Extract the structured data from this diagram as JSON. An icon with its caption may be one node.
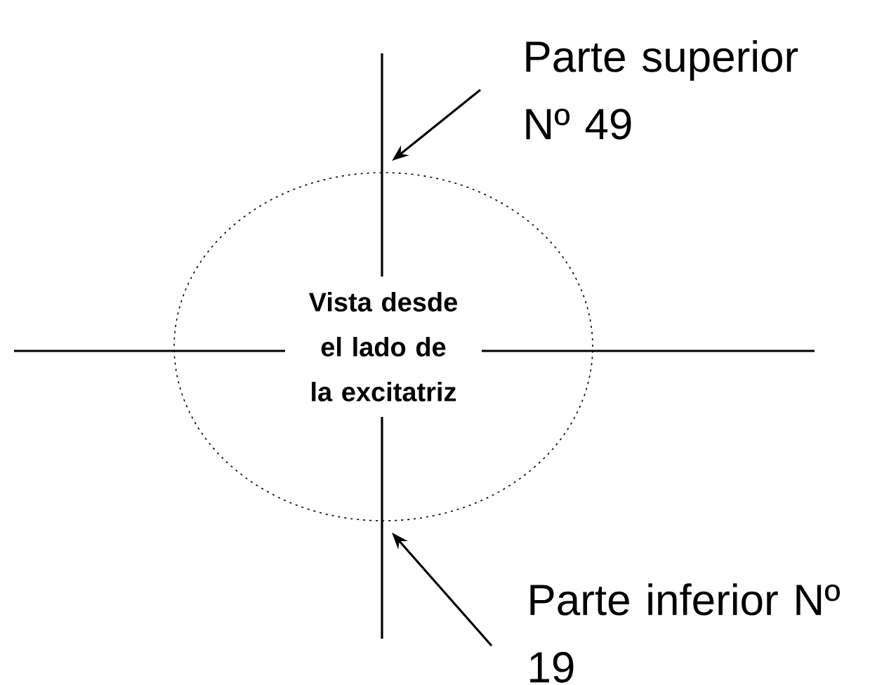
{
  "diagram": {
    "nodes": [
      {
        "text": [
          "Vista desde el lado de la excitatriz"
        ]
      },
      {
        "text": [
          "Parte superior Nº 49"
        ]
      },
      {
        "text": [
          "Parte inferior Nº 19"
        ]
      }
    ],
    "edges": [
      {
        "from": 1,
        "to": 0,
        "arrow": "to"
      },
      {
        "from": 2,
        "to": 0,
        "arrow": "to"
      }
    ]
  }
}
